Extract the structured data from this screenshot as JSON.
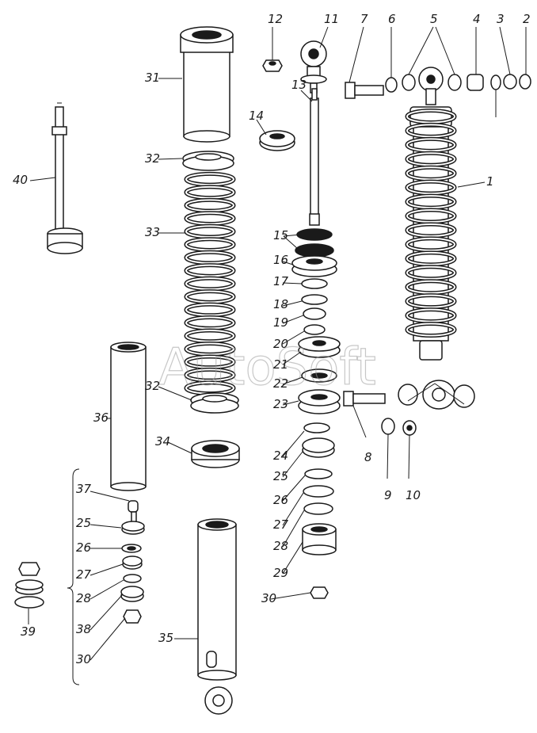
{
  "watermark": "AutoSoft",
  "callouts": [
    "1",
    "2",
    "3",
    "4",
    "5",
    "6",
    "7",
    "8",
    "9",
    "10",
    "11",
    "12",
    "13",
    "14",
    "15",
    "16",
    "17",
    "18",
    "19",
    "20",
    "21",
    "22",
    "23",
    "24",
    "25",
    "26",
    "27",
    "28",
    "29",
    "30",
    "31",
    "32",
    "33",
    "34",
    "35",
    "36",
    "37",
    "38",
    "39",
    "40"
  ]
}
